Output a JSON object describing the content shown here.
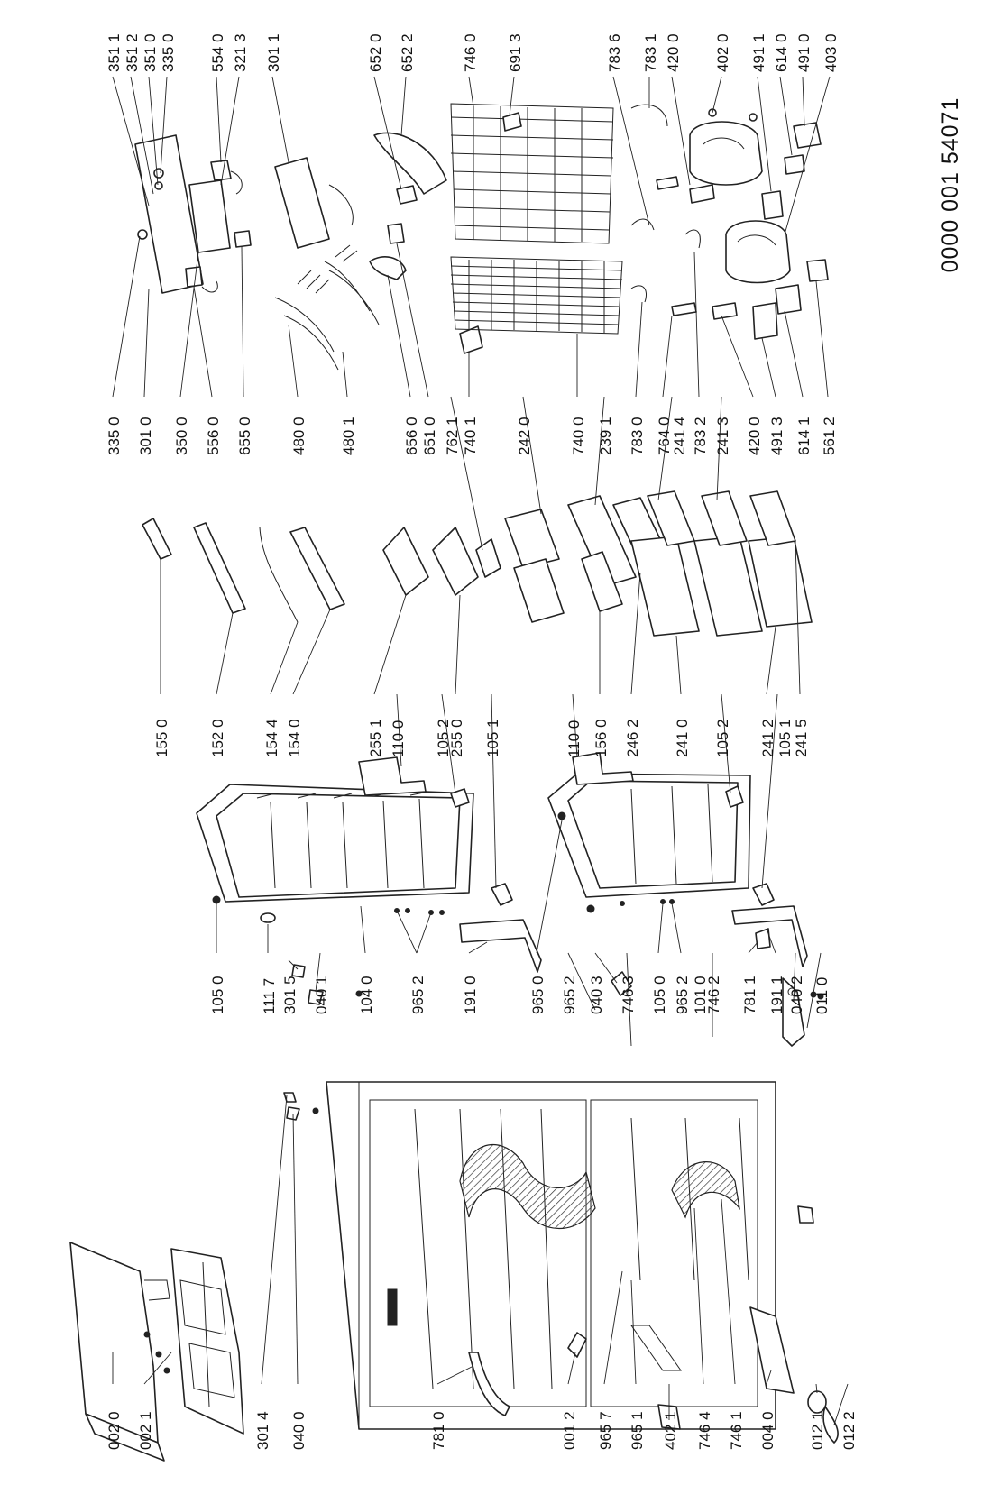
{
  "document_number": "0000 001 54071",
  "callouts": {
    "col1": [
      "002 0",
      "002 1",
      "301 4",
      "040 0",
      "781 0",
      "001 2",
      "965 7",
      "965 1",
      "402 1",
      "746 4",
      "746 1",
      "004 0",
      "012 1",
      "012 2"
    ],
    "col2": [
      "105 0",
      "111 7",
      "301 5",
      "040 1",
      "104 0",
      "965 2",
      "191 0",
      "965 0",
      "965 2",
      "040 3",
      "746 3",
      "105 0",
      "965 2",
      "101 0",
      "746 2",
      "781 1",
      "191 1",
      "040 2",
      "011 0"
    ],
    "col3": [
      "155 0",
      "152 0",
      "154 4",
      "154 0",
      "255 1",
      "110 0",
      "105 2",
      "255 0",
      "105 1",
      "110 0",
      "156 0",
      "246 2",
      "241 0",
      "105 2",
      "241 2",
      "105 1",
      "241 5"
    ],
    "col4": [
      "335 0",
      "301 0",
      "350 0",
      "556 0",
      "655 0",
      "480 0",
      "480 1",
      "656 0",
      "651 0",
      "762 1",
      "740 1",
      "242 0",
      "740 0",
      "239 1",
      "783 0",
      "764 0",
      "241 4",
      "783 2",
      "241 3",
      "420 0",
      "491 3",
      "614 1",
      "561 2"
    ],
    "col5": [
      "351 1",
      "351 2",
      "351 0",
      "335 0",
      "554 0",
      "321 3",
      "301 1",
      "652 0",
      "652 2",
      "746 0",
      "691 3",
      "783 6",
      "783 1",
      "420 0",
      "402 0",
      "491 1",
      "614 0",
      "491 0",
      "403 0"
    ]
  }
}
